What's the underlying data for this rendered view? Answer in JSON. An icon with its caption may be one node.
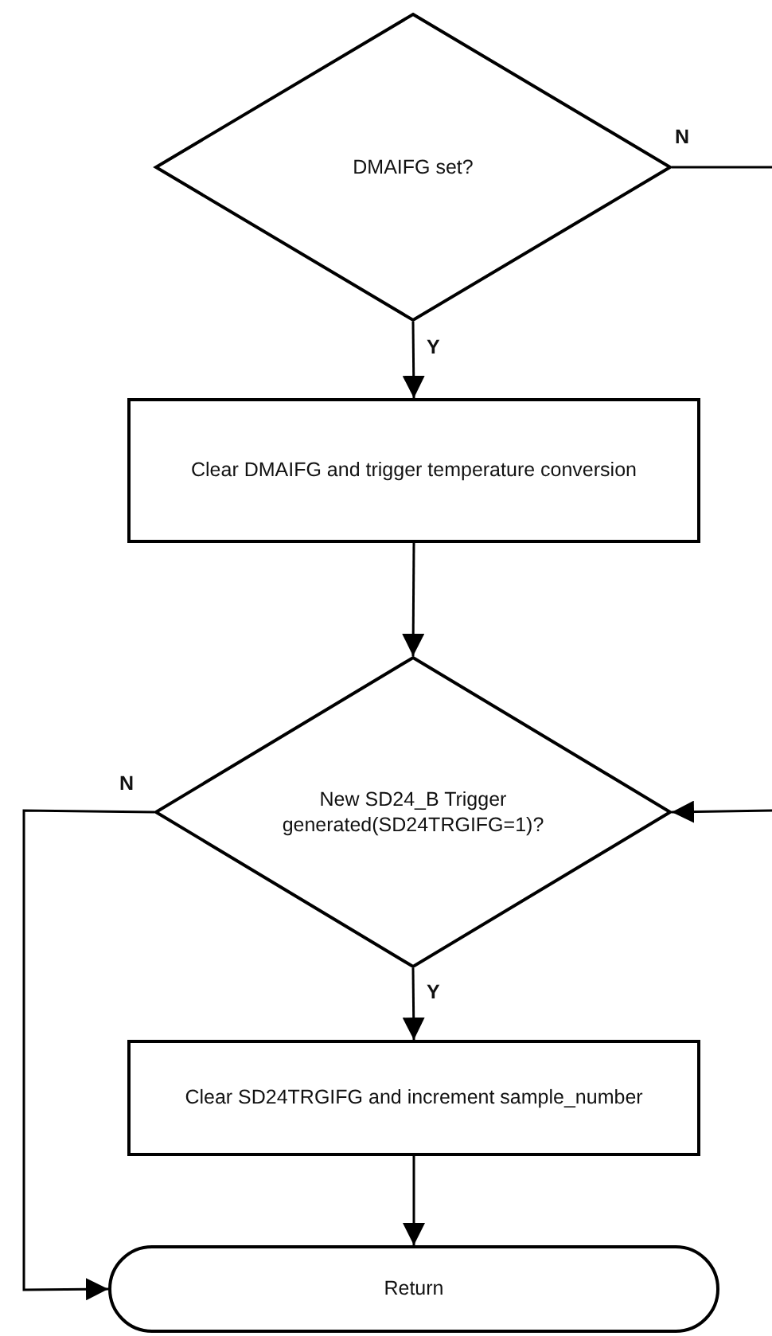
{
  "diagram": {
    "nodes": [
      {
        "text": [
          "DMAIFG set?"
        ]
      },
      {
        "text": [
          "Clear DMAIFG and trigger temperature conversion"
        ]
      },
      {
        "text": [
          "New SD24_B Trigger generated(SD24TRGIFG=1)?"
        ]
      },
      {
        "text": [
          "Clear SD24TRGIFG and increment sample_number"
        ]
      },
      {
        "text": [
          "Return"
        ]
      }
    ],
    "edges": [
      {
        "from": 0,
        "to": null,
        "arrow": "none",
        "label": "N"
      },
      {
        "from": 0,
        "to": 1,
        "arrow": "to",
        "label": "Y"
      },
      {
        "from": 1,
        "to": 2,
        "arrow": "to"
      },
      {
        "from": null,
        "to": 2,
        "arrow": "to"
      },
      {
        "from": 2,
        "to": 4,
        "arrow": "to",
        "label": "N"
      },
      {
        "from": 2,
        "to": 3,
        "arrow": "to",
        "label": "Y"
      },
      {
        "from": 3,
        "to": 4,
        "arrow": "to"
      }
    ]
  }
}
